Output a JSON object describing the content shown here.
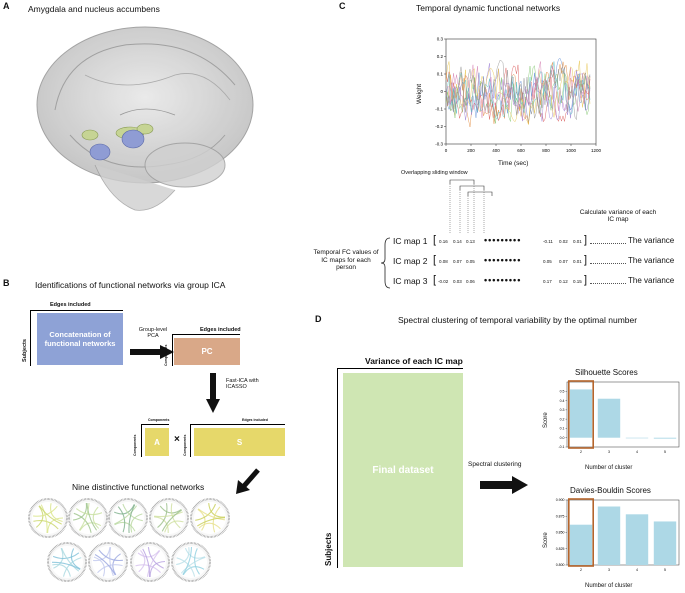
{
  "panelA": {
    "label": "A",
    "title": "Amygdala and nucleus accumbens"
  },
  "panelB": {
    "label": "B",
    "title": "Identifications of functional networks via group ICA",
    "edges_included_1": "Edges included",
    "concat_text": "Concatenation of functional networks",
    "subjects": "Subjects",
    "group_pca": "Group-level PCA",
    "edges_included_2": "Edges included",
    "components_1": "Components",
    "pc": "PC",
    "fastica": "Fast-ICA with ICASSO",
    "components_2": "Components",
    "components_3": "Components",
    "a": "A",
    "times": "×",
    "components_4": "Components",
    "edges_included_3": "Edges included",
    "s": "S",
    "nine_title": "Nine distinctive functional networks"
  },
  "panelC": {
    "label": "C",
    "title": "Temporal dynamic functional networks",
    "xlabel": "Time (sec)",
    "ylabel": "Weight",
    "xticks": [
      "0",
      "200",
      "400",
      "600",
      "800",
      "1000",
      "1200"
    ],
    "yticks": [
      "0.3",
      "0.2",
      "0.1",
      "0",
      "-0.1",
      "-0.2",
      "-0.3"
    ],
    "overlap_label": "Overlapping sliding window",
    "calc_label": "Calculate variance of each IC map",
    "fc_label": "Temporal FC values of IC maps for each person",
    "rows": [
      {
        "name": "IC map 1",
        "v1": "0.16",
        "v2": "0.14",
        "v3": "0.13",
        "dots": "•••••••••",
        "w1": "-0.11",
        "w2": "0.02",
        "w3": "0.01",
        "var": "The variance"
      },
      {
        "name": "IC map 2",
        "v1": "0.08",
        "v2": "0.07",
        "v3": "0.05",
        "dots": "•••••••••",
        "w1": "0.05",
        "w2": "0.07",
        "w3": "0.01",
        "var": "The variance"
      },
      {
        "name": "IC map 3",
        "v1": "-0.02",
        "v2": "0.03",
        "v3": "0.06",
        "dots": "•••••••••",
        "w1": "0.17",
        "w2": "0.12",
        "w3": "0.15",
        "var": "The variance"
      }
    ]
  },
  "panelD": {
    "label": "D",
    "title": "Spectral clustering of temporal variability by the optimal number",
    "variance_header": "Variance of each IC map",
    "final_dataset": "Final dataset",
    "subjects": "Subjects",
    "spectral": "Spectral clustering",
    "sil_title": "Silhouette Scores",
    "db_title": "Davies-Bouldin Scores",
    "score": "Score",
    "ncluster": "Number of cluster"
  },
  "chart_data": [
    {
      "type": "line",
      "title": "Temporal dynamic functional networks",
      "xlabel": "Time (sec)",
      "ylabel": "Weight",
      "xlim": [
        0,
        1200
      ],
      "ylim": [
        -0.3,
        0.3
      ],
      "series_count": 9
    },
    {
      "type": "bar",
      "title": "Silhouette Scores",
      "xlabel": "Number of cluster",
      "ylabel": "Score",
      "categories": [
        "2",
        "3",
        "4",
        "5"
      ],
      "values": [
        0.52,
        0.42,
        0.0,
        -0.01
      ],
      "ylim": [
        -0.1,
        0.6
      ],
      "yticks": [
        "0.5",
        "0.4",
        "0.3",
        "0.2",
        "0.1",
        "0.0",
        "-0.1"
      ],
      "highlight": "2"
    },
    {
      "type": "bar",
      "title": "Davies-Bouldin Scores",
      "xlabel": "Number of cluster",
      "ylabel": "Score",
      "categories": [
        "2",
        "3",
        "4",
        "5"
      ],
      "values": [
        0.862,
        0.89,
        0.878,
        0.867
      ],
      "ylim": [
        0.8,
        0.9
      ],
      "yticks": [
        "0.900",
        "0.875",
        "0.850",
        "0.825",
        "0.800"
      ],
      "highlight": "2"
    }
  ],
  "colors": {
    "concat_blue": "#8ea2d6",
    "pc_tan": "#d9a888",
    "yellow": "#e6d86a",
    "final_green": "#cfe6b3",
    "bar_blue": "#add8e6",
    "highlight": "#b5652c"
  }
}
